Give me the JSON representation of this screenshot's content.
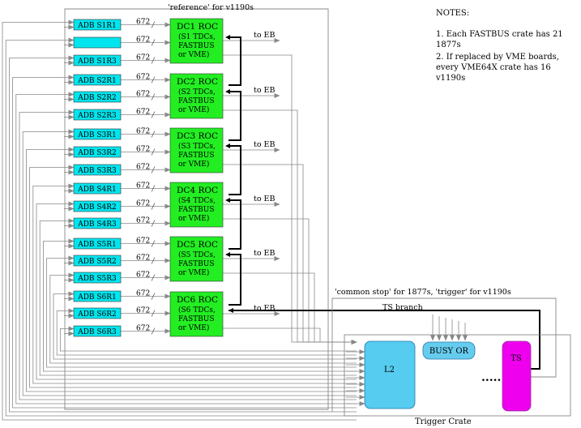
{
  "labels": {
    "reference": "'reference' for v1190s",
    "common_stop": "'common stop' for 1877s, 'trigger' for v1190s",
    "ts_branch": "TS branch",
    "to_eb": "to EB",
    "bus_width": "672",
    "trigger_crate": "Trigger Crate",
    "l2": "L2",
    "busy_or": "BUSY OR",
    "ts": "TS",
    "ellipsis": "....."
  },
  "adb_rows": [
    "ADB S1R1",
    "",
    "ADB S1R3",
    "ADB S2R1",
    "ADB S2R2",
    "ADB S2R3",
    "ADB S3R1",
    "ADB S3R2",
    "ADB S3R3",
    "ADB S4R1",
    "ADB S4R2",
    "ADB S4R3",
    "ADB S5R1",
    "ADB S5R2",
    "ADB S5R3",
    "ADB S6R1",
    "ADB S6R2",
    "ADB S6R3"
  ],
  "rocs": [
    {
      "title": "DC1 ROC",
      "lines": [
        "(S1 TDCs,",
        "FASTBUS",
        "or VME)"
      ]
    },
    {
      "title": "DC2 ROC",
      "lines": [
        "(S2 TDCs,",
        "FASTBUS",
        "or VME)"
      ]
    },
    {
      "title": "DC3 ROC",
      "lines": [
        "(S3 TDCs,",
        "FASTBUS",
        "or VME)"
      ]
    },
    {
      "title": "DC4 ROC",
      "lines": [
        "(S4 TDCs,",
        "FASTBUS",
        "or VME)"
      ]
    },
    {
      "title": "DC5 ROC",
      "lines": [
        "(S5 TDCs,",
        "FASTBUS",
        "or VME)"
      ]
    },
    {
      "title": "DC6 ROC",
      "lines": [
        "(S6 TDCs,",
        "FASTBUS",
        "or VME)"
      ]
    }
  ],
  "notes": {
    "title": "NOTES:",
    "items": [
      "1. Each FASTBUS crate has 21 1877s",
      "2. If replaced by VME boards, every VME64X crate has 16 v1190s"
    ]
  },
  "colors": {
    "adb": "#00e5ee",
    "roc": "#22ee22",
    "l2": "#55ccf0",
    "busy": "#66ccee",
    "ts": "#ee00ee",
    "wire": "#888888"
  }
}
